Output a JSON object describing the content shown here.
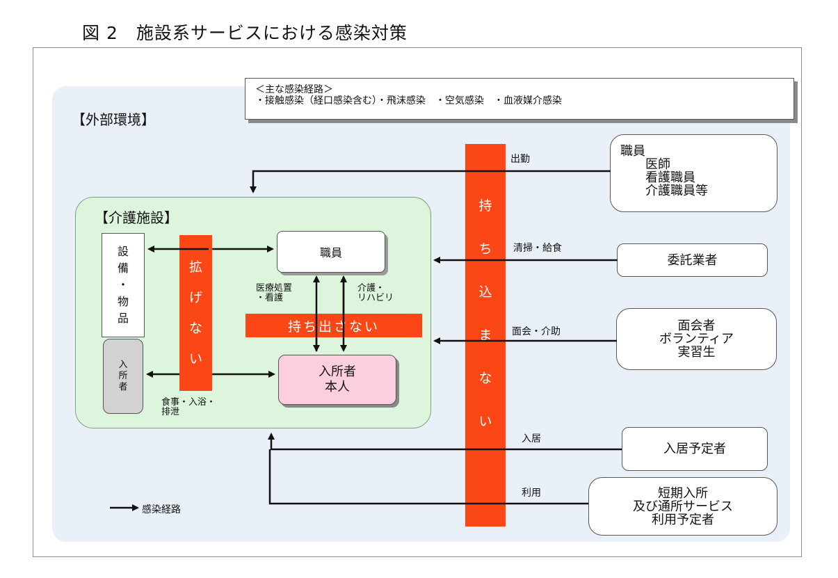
{
  "title": "図 2　施設系サービスにおける感染対策",
  "external_label": "【外部環境】",
  "routes": {
    "heading": "＜主な感染経路＞",
    "list": "・接触感染（経口感染含む）・飛沫感染　・空気感染　・血液媒介感染"
  },
  "facility": {
    "label": "【介護施設】",
    "staff": "職員",
    "equipment_lines": [
      "設",
      "備",
      "・",
      "物",
      "品"
    ],
    "resident_side": [
      "入",
      "所",
      "者"
    ],
    "resident_main": [
      "入所者",
      "本人"
    ]
  },
  "bars": {
    "mochikomanai": [
      "持",
      "ち",
      "込",
      "ま",
      "な",
      "い"
    ],
    "kakuge_nai": [
      "拡",
      "げ",
      "な",
      "い"
    ],
    "mochidasanai": "持ち出さない"
  },
  "internal_labels": {
    "medical": [
      "医療処置",
      "・看護"
    ],
    "care": [
      "介護・",
      "リハビリ"
    ],
    "daily": [
      "食事・入浴・",
      "排泄"
    ]
  },
  "external": {
    "staff": [
      "職員",
      "医師",
      "看護職員",
      "介護職員等"
    ],
    "contractor": "委託業者",
    "visitors": [
      "面会者",
      "ボランティア",
      "実習生"
    ],
    "planned_resident": "入居予定者",
    "short_term": [
      "短期入所",
      "及び通所サービス",
      "利用予定者"
    ]
  },
  "edge_labels": {
    "commute": "出勤",
    "cleaning": "清掃・給食",
    "visit": "面会・介助",
    "move_in": "入居",
    "use": "利用"
  },
  "legend": "感染経路"
}
